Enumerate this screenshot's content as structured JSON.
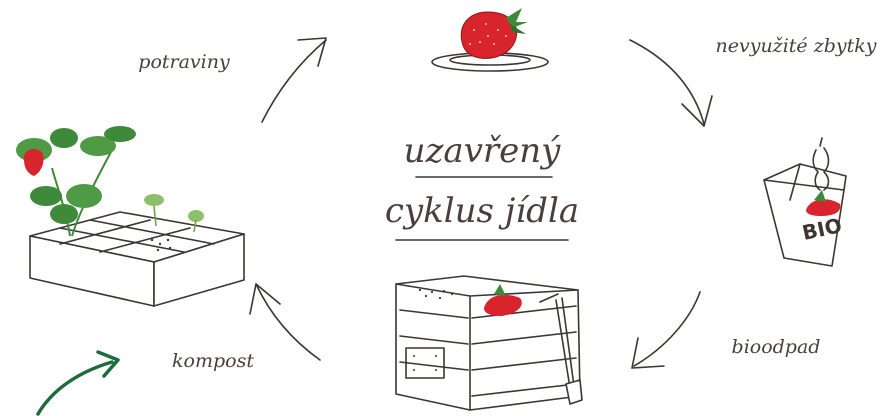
{
  "center_title": {
    "line1": "uzavřený",
    "line2": "cyklus jídla"
  },
  "labels": {
    "potraviny": "potraviny",
    "zbytky": "nevyužité zbytky",
    "biood": "bioodpad",
    "kompost": "kompost"
  },
  "bin_label": "BIO",
  "colors": {
    "ink": "#3d3533",
    "strawberry": "#d8242c",
    "leaf": "#3f8a3a",
    "green_arrow": "#1f6b3c"
  },
  "icons": {
    "plate": "strawberry-on-plate-icon",
    "bin": "bio-bin-icon",
    "composter": "wooden-composter-icon",
    "planter": "raised-bed-planter-icon"
  }
}
